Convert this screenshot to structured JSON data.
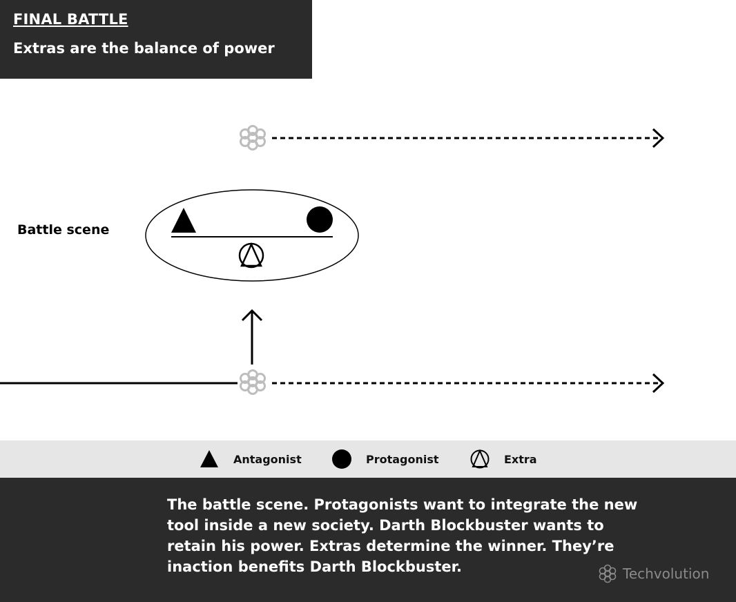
{
  "header": {
    "title": "FINAL BATTLE",
    "subtitle": "Extras are the balance of power"
  },
  "diagram": {
    "scene_label": "Battle scene"
  },
  "legend": {
    "items": [
      {
        "icon": "filled-triangle-icon",
        "label": "Antagonist"
      },
      {
        "icon": "filled-circle-icon",
        "label": "Protagonist"
      },
      {
        "icon": "outlined-triangle-circle-icon",
        "label": "Extra"
      }
    ]
  },
  "footer": {
    "caption": "The battle scene. Protagonists want to integrate the new tool inside a new society. Darth Blockbuster wants to retain his power. Extras determine the winner. They’re inaction benefits Darth Blockbuster.",
    "brand": "Techvolution"
  },
  "colors": {
    "dark_panel": "#2b2b2b",
    "legend_bg": "#e6e6e6",
    "cluster_gray": "#bdbdbd",
    "brand_gray": "#8a8a8a"
  }
}
